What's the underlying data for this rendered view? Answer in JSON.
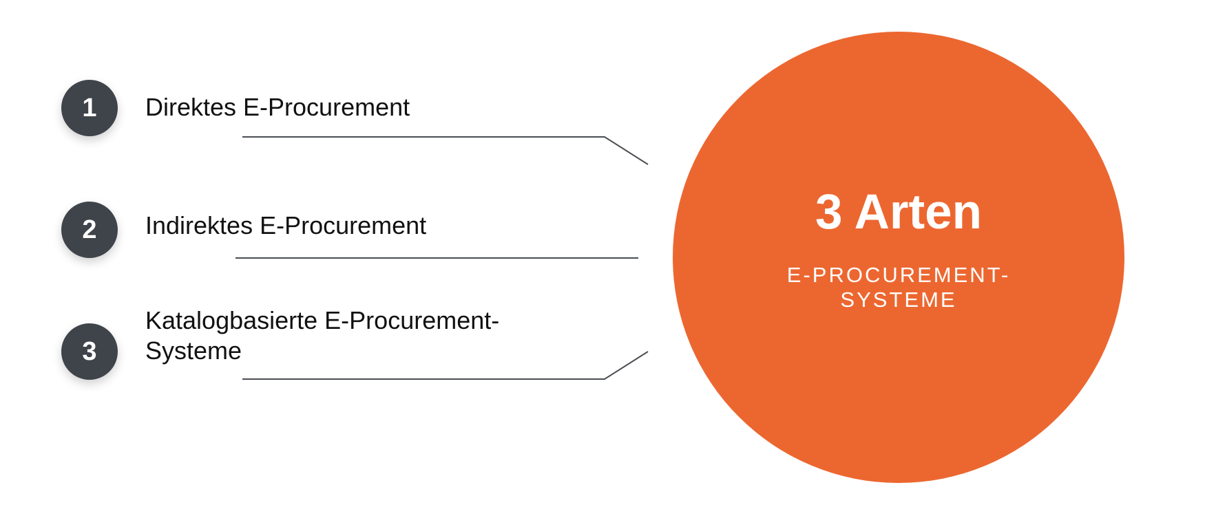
{
  "items": [
    {
      "number": "1",
      "label": "Direktes E-Procurement"
    },
    {
      "number": "2",
      "label": "Indirektes E-Procurement"
    },
    {
      "number": "3",
      "label": "Katalogbasierte E-Procurement-\nSysteme"
    }
  ],
  "center": {
    "title": "3 Arten",
    "subtitle": "E-PROCUREMENT-\nSYSTEME"
  },
  "colors": {
    "accent": "#ec6730",
    "badge": "#3f434a",
    "connector": "#4a4d52",
    "text": "#111111"
  }
}
